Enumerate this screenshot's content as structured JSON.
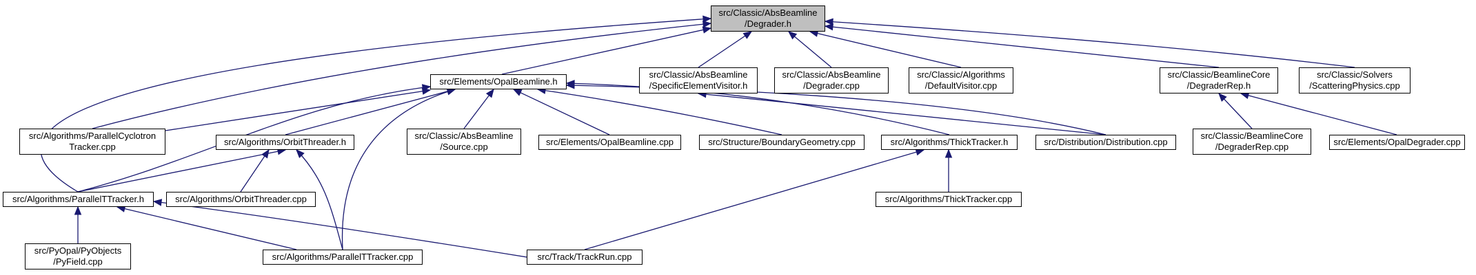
{
  "colors": {
    "edge": "#191970",
    "root_fill": "#bfbfbf",
    "node_fill": "#ffffff",
    "border": "#000000"
  },
  "nodes": {
    "degrader_h": [
      "src/Classic/AbsBeamline",
      "/Degrader.h"
    ],
    "opal_beamline_h": [
      "src/Elements/OpalBeamline.h"
    ],
    "specific_element_visitor_h": [
      "src/Classic/AbsBeamline",
      "/SpecificElementVisitor.h"
    ],
    "degrader_cpp": [
      "src/Classic/AbsBeamline",
      "/Degrader.cpp"
    ],
    "default_visitor_cpp": [
      "src/Classic/Algorithms",
      "/DefaultVisitor.cpp"
    ],
    "degrader_rep_h": [
      "src/Classic/BeamlineCore",
      "/DegraderRep.h"
    ],
    "scattering_physics_cpp": [
      "src/Classic/Solvers",
      "/ScatteringPhysics.cpp"
    ],
    "parallel_cyclotron_tracker_cpp": [
      "src/Algorithms/ParallelCyclotron",
      "Tracker.cpp"
    ],
    "orbit_threader_h": [
      "src/Algorithms/OrbitThreader.h"
    ],
    "source_cpp": [
      "src/Classic/AbsBeamline",
      "/Source.cpp"
    ],
    "opal_beamline_cpp": [
      "src/Elements/OpalBeamline.cpp"
    ],
    "boundary_geometry_cpp": [
      "src/Structure/BoundaryGeometry.cpp"
    ],
    "thick_tracker_h": [
      "src/Algorithms/ThickTracker.h"
    ],
    "distribution_cpp": [
      "src/Distribution/Distribution.cpp"
    ],
    "degrader_rep_cpp": [
      "src/Classic/BeamlineCore",
      "/DegraderRep.cpp"
    ],
    "opal_degrader_cpp": [
      "src/Elements/OpalDegrader.cpp"
    ],
    "parallel_t_tracker_h": [
      "src/Algorithms/ParallelTTracker.h"
    ],
    "orbit_threader_cpp": [
      "src/Algorithms/OrbitThreader.cpp"
    ],
    "thick_tracker_cpp": [
      "src/Algorithms/ThickTracker.cpp"
    ],
    "py_field_cpp": [
      "src/PyOpal/PyObjects",
      "/PyField.cpp"
    ],
    "parallel_t_tracker_cpp": [
      "src/Algorithms/ParallelTTracker.cpp"
    ],
    "track_run_cpp": [
      "src/Track/TrackRun.cpp"
    ]
  },
  "edges": [
    [
      "opal_beamline_h",
      "degrader_h"
    ],
    [
      "specific_element_visitor_h",
      "degrader_h"
    ],
    [
      "degrader_cpp",
      "degrader_h"
    ],
    [
      "default_visitor_cpp",
      "degrader_h"
    ],
    [
      "degrader_rep_h",
      "degrader_h"
    ],
    [
      "scattering_physics_cpp",
      "degrader_h"
    ],
    [
      "parallel_cyclotron_tracker_cpp",
      "degrader_h"
    ],
    [
      "parallel_t_tracker_h",
      "degrader_h"
    ],
    [
      "parallel_cyclotron_tracker_cpp",
      "opal_beamline_h"
    ],
    [
      "orbit_threader_h",
      "opal_beamline_h"
    ],
    [
      "source_cpp",
      "opal_beamline_h"
    ],
    [
      "opal_beamline_cpp",
      "opal_beamline_h"
    ],
    [
      "boundary_geometry_cpp",
      "opal_beamline_h"
    ],
    [
      "thick_tracker_h",
      "opal_beamline_h"
    ],
    [
      "distribution_cpp",
      "opal_beamline_h"
    ],
    [
      "parallel_t_tracker_h",
      "opal_beamline_h"
    ],
    [
      "parallel_t_tracker_cpp",
      "opal_beamline_h"
    ],
    [
      "distribution_cpp",
      "specific_element_visitor_h"
    ],
    [
      "degrader_rep_cpp",
      "degrader_rep_h"
    ],
    [
      "opal_degrader_cpp",
      "degrader_rep_h"
    ],
    [
      "parallel_t_tracker_h",
      "orbit_threader_h"
    ],
    [
      "orbit_threader_cpp",
      "orbit_threader_h"
    ],
    [
      "parallel_t_tracker_cpp",
      "orbit_threader_h"
    ],
    [
      "thick_tracker_cpp",
      "thick_tracker_h"
    ],
    [
      "track_run_cpp",
      "thick_tracker_h"
    ],
    [
      "py_field_cpp",
      "parallel_t_tracker_h"
    ],
    [
      "parallel_t_tracker_cpp",
      "parallel_t_tracker_h"
    ],
    [
      "track_run_cpp",
      "parallel_t_tracker_h"
    ]
  ]
}
